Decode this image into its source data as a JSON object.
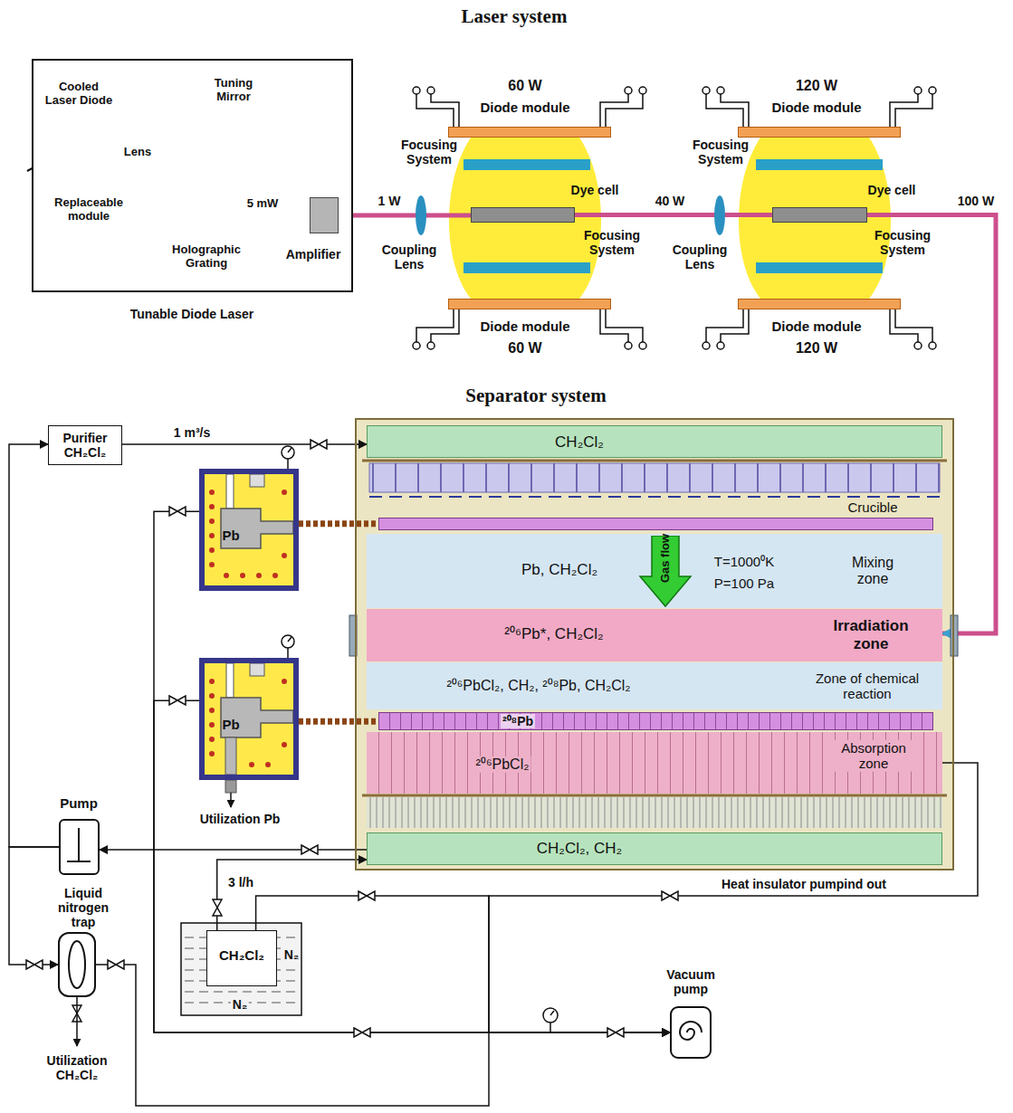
{
  "diagram": {
    "title": "Laser system",
    "nodes": [
      {
        "text": [
          "Tunable Diode Laser"
        ]
      },
      {
        "text": [
          "Amplifier"
        ],
        "in": 0
      },
      {
        "text": [
          "Dye cell"
        ]
      },
      {
        "text": [
          "Dye cell"
        ]
      },
      {
        "text": [
          "60 W",
          "Diode module"
        ]
      },
      {
        "text": [
          "Diode module",
          "60 W"
        ]
      },
      {
        "text": [
          "120 W",
          "Diode module"
        ]
      },
      {
        "text": [
          "Diode module",
          "120 W"
        ]
      },
      {
        "text": [
          "Separator system"
        ]
      },
      {
        "text": [
          "CH₂Cl₂"
        ],
        "in": 8
      },
      {
        "text": [
          "Crucible"
        ],
        "in": 8
      },
      {
        "text": [
          "Pb, CH₂Cl₂",
          "T=1000⁰K",
          "P=100 Pa",
          "Mixing zone"
        ],
        "in": 8
      },
      {
        "text": [
          "²⁰⁶Pb*, CH₂Cl₂",
          "Irradiation zone"
        ],
        "in": 8
      },
      {
        "text": [
          "²⁰⁶PbCl₂, CH₂, ²⁰⁸Pb, CH₂Cl₂",
          "Zone of chemical reaction"
        ],
        "in": 8
      },
      {
        "text": [
          "²⁰⁸Pb"
        ],
        "in": 8
      },
      {
        "text": [
          "²⁰⁶PbCl₂",
          "Absorption zone"
        ],
        "in": 8
      },
      {
        "text": [
          "CH₂Cl₂, CH₂"
        ],
        "in": 8
      },
      {
        "text": [
          "Purifier CH₂Cl₂"
        ]
      },
      {
        "text": [
          "Pb"
        ]
      },
      {
        "text": [
          "Pb"
        ]
      },
      {
        "text": [
          "Pump"
        ]
      },
      {
        "text": [
          "Liquid nitrogen trap"
        ]
      },
      {
        "text": [
          "CH₂Cl₂"
        ]
      },
      {
        "text": [
          "Vacuum pump"
        ]
      }
    ],
    "edges": [
      {
        "from": 1,
        "to": 2,
        "label": "1 W",
        "arrow": "none"
      },
      {
        "from": 2,
        "to": 3,
        "label": "40 W",
        "arrow": "none"
      },
      {
        "from": 3,
        "to": 12,
        "label": "100 W",
        "arrow": "to"
      },
      {
        "from": 17,
        "to": 9,
        "label": "1 m³/s",
        "arrow": "to"
      },
      {
        "from": 18,
        "to": 10,
        "arrow": "none"
      },
      {
        "from": 19,
        "to": 14,
        "arrow": "none"
      },
      {
        "from": 16,
        "to": 20,
        "arrow": "to"
      },
      {
        "from": 20,
        "to": 17,
        "arrow": "to"
      },
      {
        "from": 22,
        "to": 16,
        "label": "3 l/h",
        "arrow": "to"
      },
      {
        "from": 15,
        "to": 23,
        "label": "Heat insulator pumpind out",
        "arrow": "to"
      },
      {
        "from": 22,
        "to": 23,
        "arrow": "to"
      },
      {
        "from": 18,
        "to": 23,
        "arrow": "to"
      },
      {
        "from": 19,
        "to": 23,
        "arrow": "to"
      },
      {
        "from": 21,
        "to": 23,
        "arrow": "to"
      },
      {
        "from": 20,
        "to": 21,
        "arrow": "to"
      }
    ],
    "labels": [
      "Cooled Laser Diode",
      "Lens",
      "Replaceable module",
      "Tuning Mirror",
      "Holographic Grating",
      "5 mW",
      "Focusing System",
      "Focusing System",
      "Coupling Lens",
      "Focusing System",
      "Focusing System",
      "Coupling Lens",
      "Gas flow",
      "Utilization Pb",
      "Utilization CH₂Cl₂",
      "N₂",
      "N₂"
    ]
  }
}
